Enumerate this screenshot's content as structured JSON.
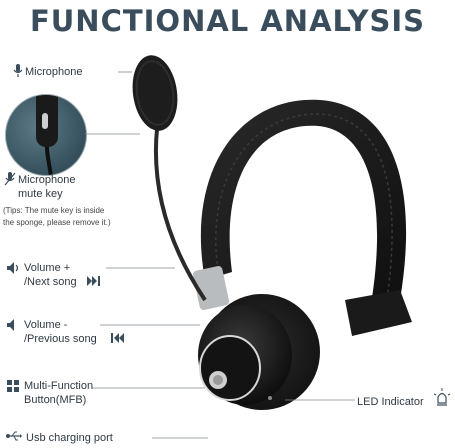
{
  "title": "FUNCTIONAL ANALYSIS",
  "callouts": {
    "microphone": "Microphone",
    "mute_key_line1": "Microphone",
    "mute_key_line2": "mute key",
    "tips_line1": "(Tips: The mute key is inside",
    "tips_line2": "the sponge, please remove it.)",
    "volume_up_line1": "Volume +",
    "volume_up_line2": "/Next song",
    "volume_down_line1": "Volume -",
    "volume_down_line2": "/Previous song",
    "mfb_line1": "Multi-Function",
    "mfb_line2": "Button(MFB)",
    "led": "LED Indicator",
    "usb": "Usb charging port"
  },
  "icons": {
    "microphone": "microphone-icon",
    "mute": "muted-microphone-icon",
    "volume_up": "speaker-icon",
    "next": "next-track-icon",
    "volume_down": "speaker-icon",
    "previous": "previous-track-icon",
    "mfb": "grid-icon",
    "led": "led-light-icon",
    "usb": "usb-icon"
  },
  "colors": {
    "title": "#3a4d5c",
    "text": "#2f3a44",
    "headset": "#1c1c1c",
    "inset_bg": "#35505c"
  }
}
